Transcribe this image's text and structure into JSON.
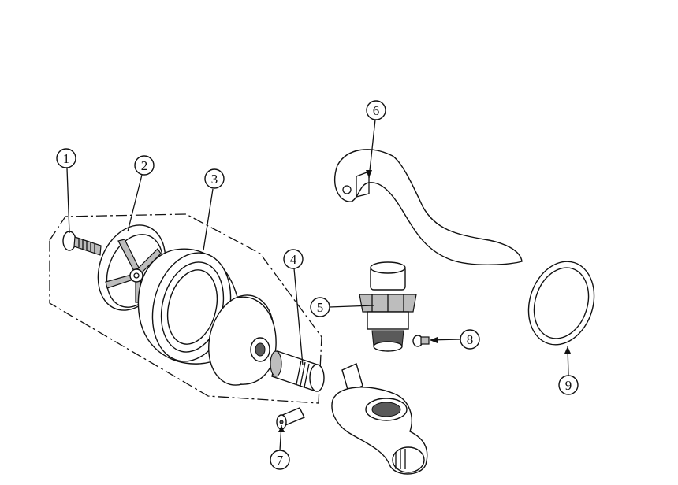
{
  "diagram": {
    "callouts": [
      {
        "id": "callout-1",
        "number": "1"
      },
      {
        "id": "callout-2",
        "number": "2"
      },
      {
        "id": "callout-3",
        "number": "3"
      },
      {
        "id": "callout-4",
        "number": "4"
      },
      {
        "id": "callout-5",
        "number": "5"
      },
      {
        "id": "callout-6",
        "number": "6"
      },
      {
        "id": "callout-7",
        "number": "7"
      },
      {
        "id": "callout-8",
        "number": "8"
      },
      {
        "id": "callout-9",
        "number": "9"
      }
    ],
    "colors": {
      "line": "#111111",
      "shade": "#bdbdbd",
      "dark": "#5a5a5a",
      "background": "#ffffff"
    }
  }
}
